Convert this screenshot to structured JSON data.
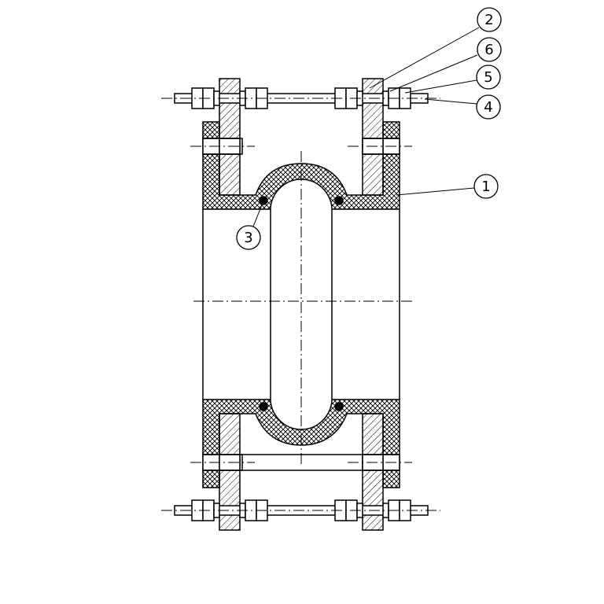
{
  "drawing": {
    "colors": {
      "line": "#000000",
      "background": "#ffffff",
      "rubber_fill": "#000000"
    },
    "hatch_patterns": [
      "steel-diagonal-hatch",
      "rubber-crosshatch"
    ]
  },
  "callouts": [
    {
      "id": "c2",
      "label": "2"
    },
    {
      "id": "c6",
      "label": "6"
    },
    {
      "id": "c5",
      "label": "5"
    },
    {
      "id": "c4",
      "label": "4"
    },
    {
      "id": "c1",
      "label": "1"
    },
    {
      "id": "c3",
      "label": "3"
    }
  ]
}
